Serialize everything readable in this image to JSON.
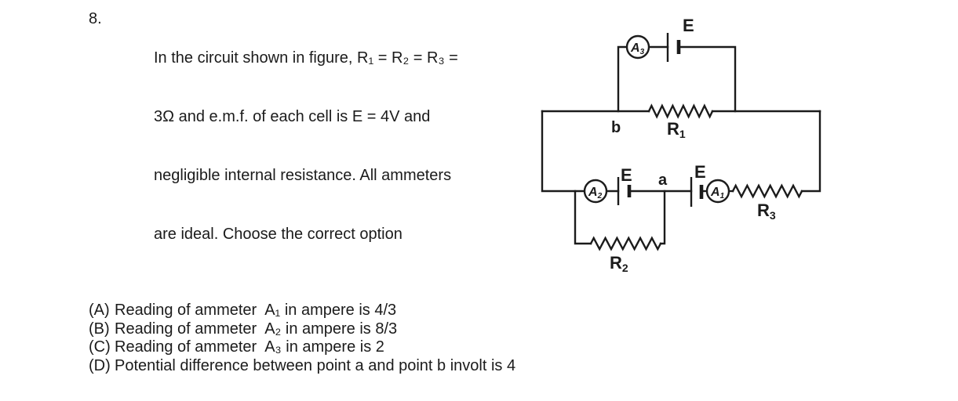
{
  "question": {
    "number": "8.",
    "lines": [
      "In the circuit shown in figure, R₁ = R₂ = R₃ =",
      "3Ω and e.m.f. of each cell is E = 4V and",
      "negligible internal resistance. All ammeters",
      "are ideal. Choose the correct option"
    ]
  },
  "circuit": {
    "emf_labels": {
      "top": "E",
      "left": "E",
      "right": "E"
    },
    "nodes": {
      "a": "a",
      "b": "b"
    },
    "ammeters": {
      "a3": {
        "base": "A",
        "sub": "3"
      },
      "a2": {
        "base": "A",
        "sub": "2"
      },
      "a1": {
        "base": "A",
        "sub": "1"
      }
    },
    "resistors": {
      "r1": {
        "base": "R",
        "sub": "1"
      },
      "r2": {
        "base": "R",
        "sub": "2"
      },
      "r3": {
        "base": "R",
        "sub": "3"
      }
    }
  },
  "options": [
    {
      "label": "(A)",
      "text": "Reading of ammeter  A₁ in ampere is 4/3"
    },
    {
      "label": "(B)",
      "text": "Reading of ammeter  A₂ in ampere is 8/3"
    },
    {
      "label": "(C)",
      "text": "Reading of ammeter  A₃ in ampere is 2"
    },
    {
      "label": "(D)",
      "text": "Potential difference between point a and point b involt is 4"
    }
  ],
  "colors": {
    "ink": "#1b1b1b",
    "background": "#ffffff"
  }
}
